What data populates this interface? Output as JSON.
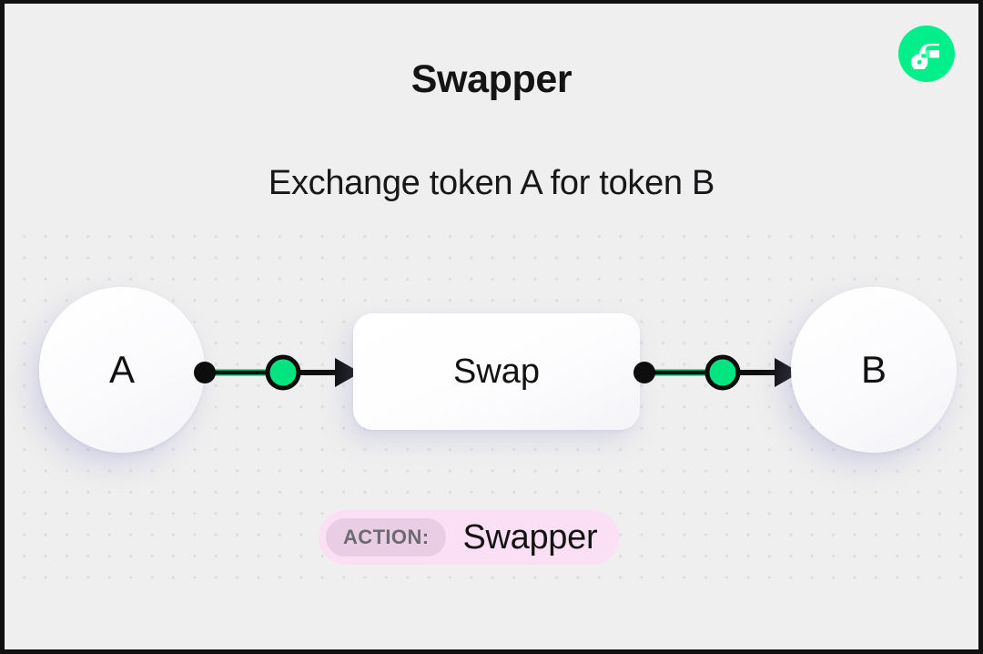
{
  "header": {
    "title": "Swapper",
    "subtitle": "Exchange token A for token B",
    "logo_icon": "flow-logo-icon",
    "logo_color": "#00ef8b"
  },
  "diagram": {
    "type": "flow",
    "nodes": [
      {
        "id": "a",
        "label": "A",
        "shape": "circle"
      },
      {
        "id": "swap",
        "label": "Swap",
        "shape": "rounded-rect"
      },
      {
        "id": "b",
        "label": "B",
        "shape": "circle"
      }
    ],
    "edges": [
      {
        "from": "a",
        "to": "swap",
        "marker": "green-dot",
        "arrow": true
      },
      {
        "from": "swap",
        "to": "b",
        "marker": "green-dot",
        "arrow": true
      }
    ],
    "edge_color": "#0d0d0d",
    "marker_color": "#00e57f",
    "background": "#efefef",
    "grid": "dots"
  },
  "badge": {
    "label": "ACTION:",
    "value": "Swapper",
    "pill_color": "#e9cde4",
    "background_color": "#fbdff5"
  }
}
